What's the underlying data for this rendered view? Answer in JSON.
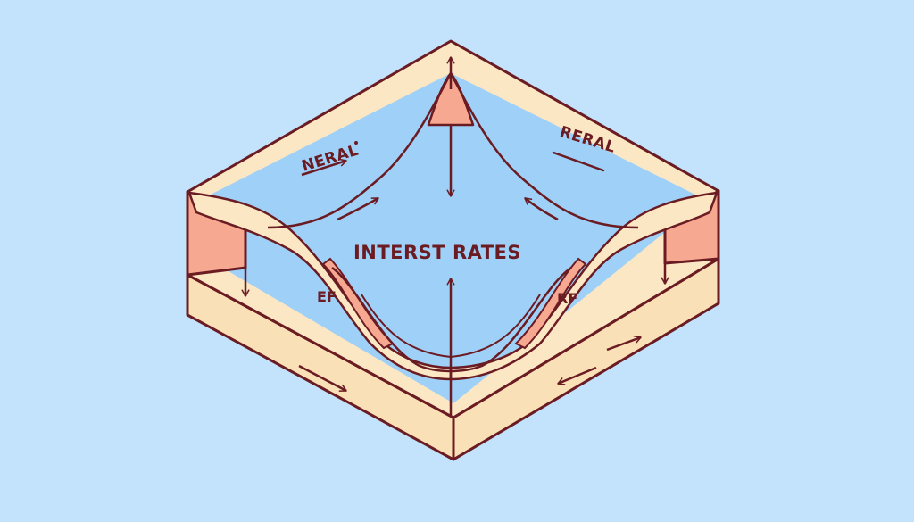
{
  "labels": {
    "center": "INTERST RATES",
    "top_left": "NERAL",
    "top_right": "RERAL",
    "left": "EF",
    "right": "RF"
  },
  "colors": {
    "background": "#c2e3fb",
    "outline": "#6b1b22",
    "frame_light": "#fbe7c4",
    "frame_side": "#fae0b7",
    "wall_pink": "#f6a891",
    "floor_blue": "#9fd0f8",
    "text": "#6b1b22"
  }
}
